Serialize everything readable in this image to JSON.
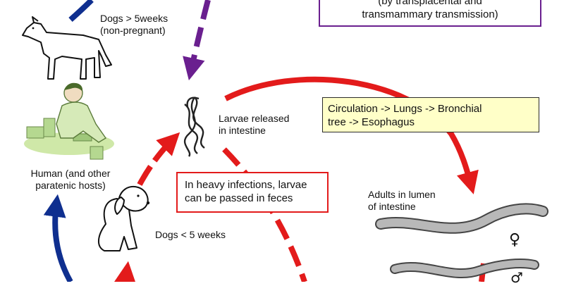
{
  "colors": {
    "red_arrow": "#e31b1b",
    "blue_arrow": "#0f2f8f",
    "purple_arrow": "#6a1f8f",
    "yellow_fill": "#ffffc8"
  },
  "labels": {
    "dogs_older": [
      "Dogs > 5weeks",
      "(non-pregnant)"
    ],
    "human": [
      "Human (and other",
      "paratenic hosts)"
    ],
    "larvae": [
      "Larvae released",
      "in intestine"
    ],
    "dogs_young": "Dogs < 5 weeks",
    "adults": [
      "Adults in lumen",
      "of intestine"
    ]
  },
  "boxes": {
    "transmission": [
      "(by transplacental and",
      "transmammary transmission)"
    ],
    "migration": [
      "Circulation -> Lungs -> Bronchial",
      "tree -> Esophagus"
    ],
    "heavy_infection": [
      "In heavy infections, larvae",
      "can be passed in feces"
    ]
  },
  "symbols": {
    "female": "♀",
    "male": "♂"
  }
}
